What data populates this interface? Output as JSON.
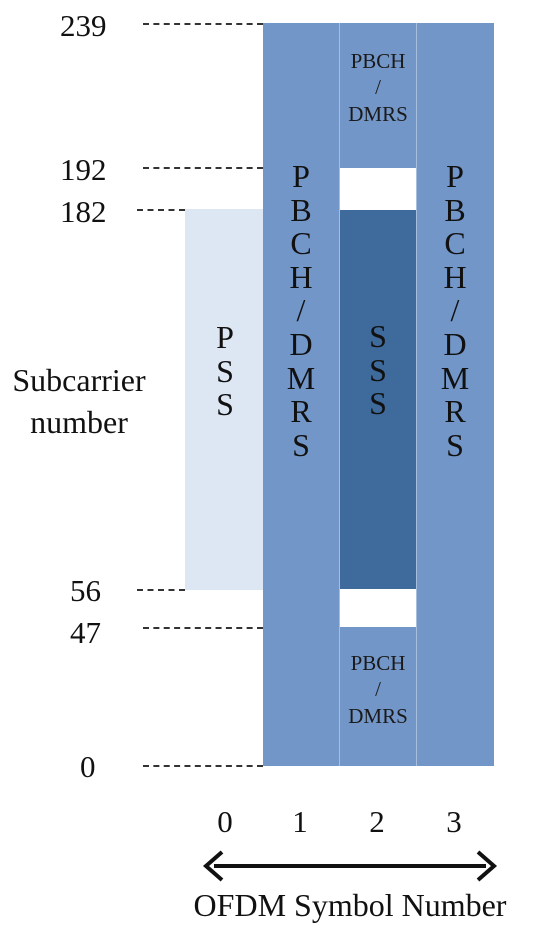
{
  "y_axis": {
    "ticks": [
      "239",
      "192",
      "182",
      "56",
      "47",
      "0"
    ],
    "label_line1": "Subcarrier",
    "label_line2": "number"
  },
  "x_axis": {
    "ticks": [
      "0",
      "1",
      "2",
      "3"
    ],
    "label": "OFDM Symbol Number"
  },
  "blocks": {
    "pss": [
      "P",
      "S",
      "S"
    ],
    "sss": [
      "S",
      "S",
      "S"
    ],
    "pbch_col1": [
      "P",
      "B",
      "C",
      "H",
      "/",
      "D",
      "M",
      "R",
      "S"
    ],
    "pbch_col3": [
      "P",
      "B",
      "C",
      "H",
      "/",
      "D",
      "M",
      "R",
      "S"
    ],
    "pbch_top": [
      "PBCH",
      "/",
      "DMRS"
    ],
    "pbch_bottom": [
      "PBCH",
      "/",
      "DMRS"
    ]
  },
  "colors": {
    "pbch": "#7396c8",
    "pss": "#dde6f3",
    "sss": "#3f6a9c",
    "gap": "#ffffff"
  }
}
